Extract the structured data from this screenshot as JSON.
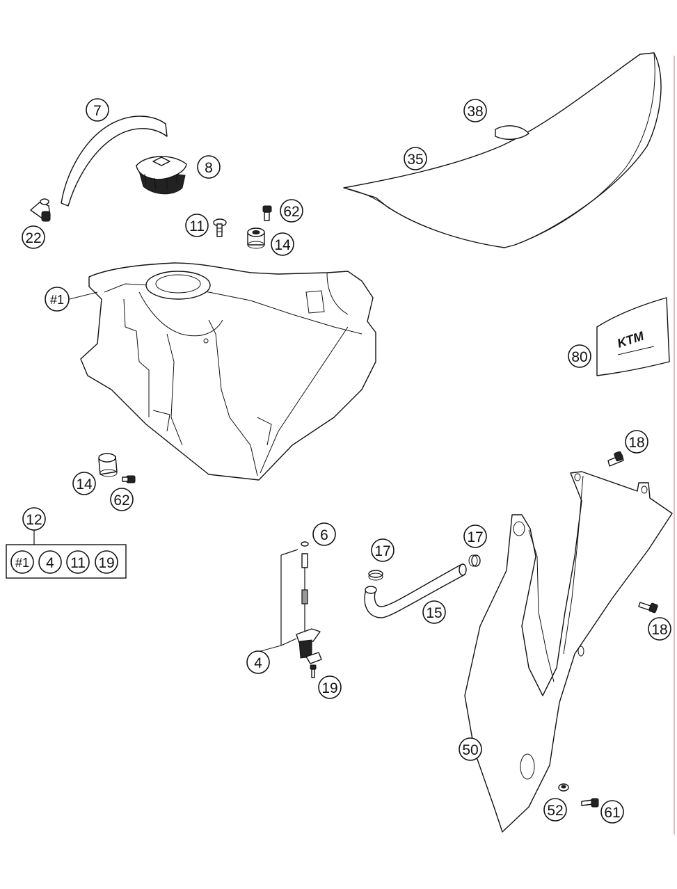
{
  "callouts": {
    "c7": "7",
    "c8": "8",
    "c22": "22",
    "c11": "11",
    "c62a": "62",
    "c14a": "14",
    "c38": "38",
    "c35": "35",
    "c1": "#1",
    "c80": "80",
    "c18a": "18",
    "c14b": "14",
    "c62b": "62",
    "c12": "12",
    "c6": "6",
    "c17a": "17",
    "c17b": "17",
    "c15": "15",
    "c4": "4",
    "c19": "19",
    "c18b": "18",
    "c50": "50",
    "c52": "52",
    "c61": "61"
  },
  "kit_contents": [
    "#1",
    "4",
    "11",
    "19"
  ],
  "sticker_logo": "KTM",
  "colors": {
    "line": "#111111",
    "background": "#ffffff",
    "edge_accent": "#e8a0a8"
  }
}
